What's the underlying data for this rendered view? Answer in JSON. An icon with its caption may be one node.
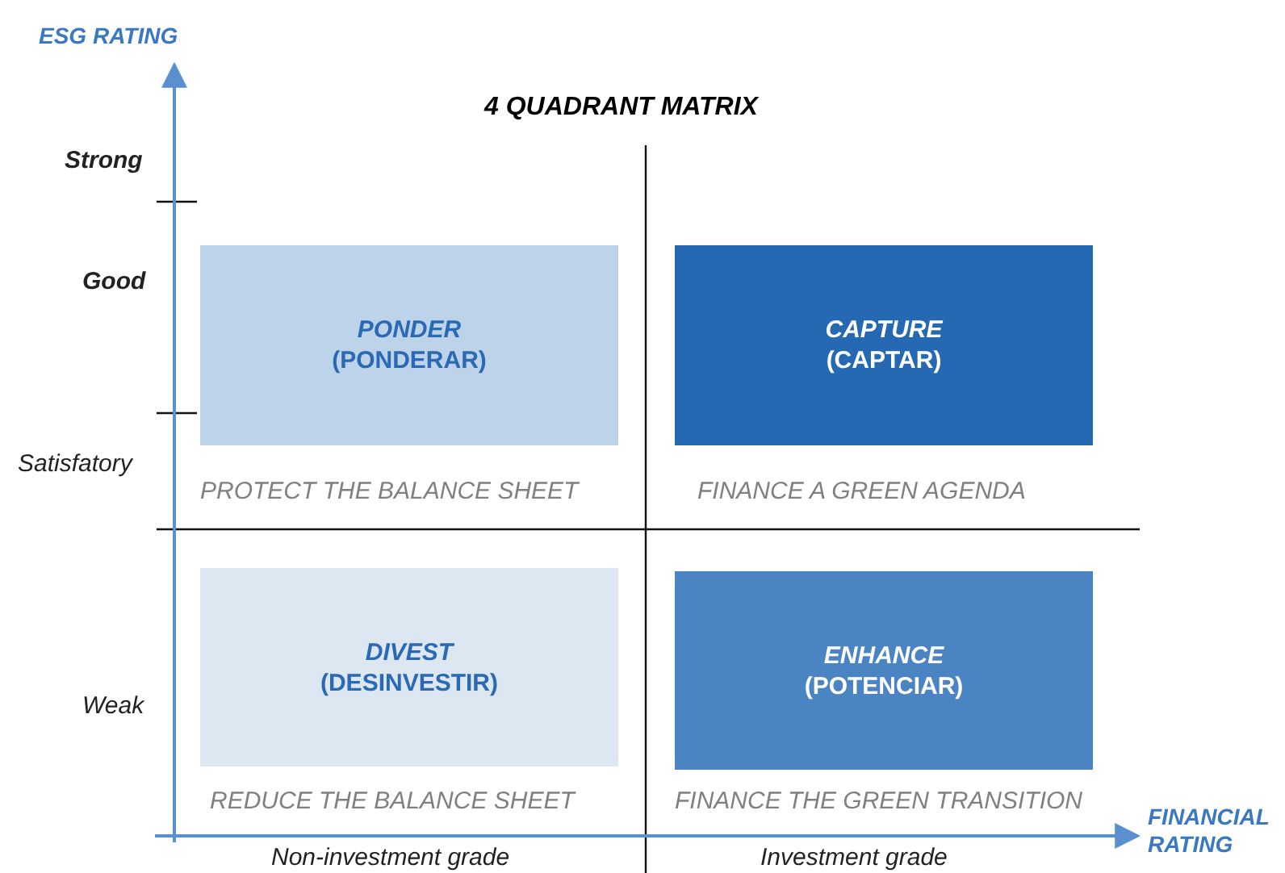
{
  "diagram": {
    "title": "4 QUADRANT MATRIX",
    "nodes": [
      {
        "text": [
          "PONDER",
          "(PONDERAR)"
        ],
        "beside": [
          "PROTECT THE BALANCE SHEET"
        ]
      },
      {
        "text": [
          "CAPTURE",
          "(CAPTAR)"
        ],
        "beside": [
          "FINANCE A GREEN AGENDA"
        ]
      },
      {
        "text": [
          "DIVEST",
          "(DESINVESTIR)"
        ],
        "beside": [
          "REDUCE THE BALANCE SHEET"
        ]
      },
      {
        "text": [
          "ENHANCE",
          "(POTENCIAR)"
        ],
        "beside": [
          "FINANCE THE GREEN TRANSITION"
        ]
      }
    ],
    "edges": [],
    "labels": [
      "ESG RATING",
      "Strong",
      "Good",
      "Satisfatory",
      "Weak",
      "Non-investment grade",
      "Investment grade",
      "FINANCIAL RATING"
    ]
  }
}
